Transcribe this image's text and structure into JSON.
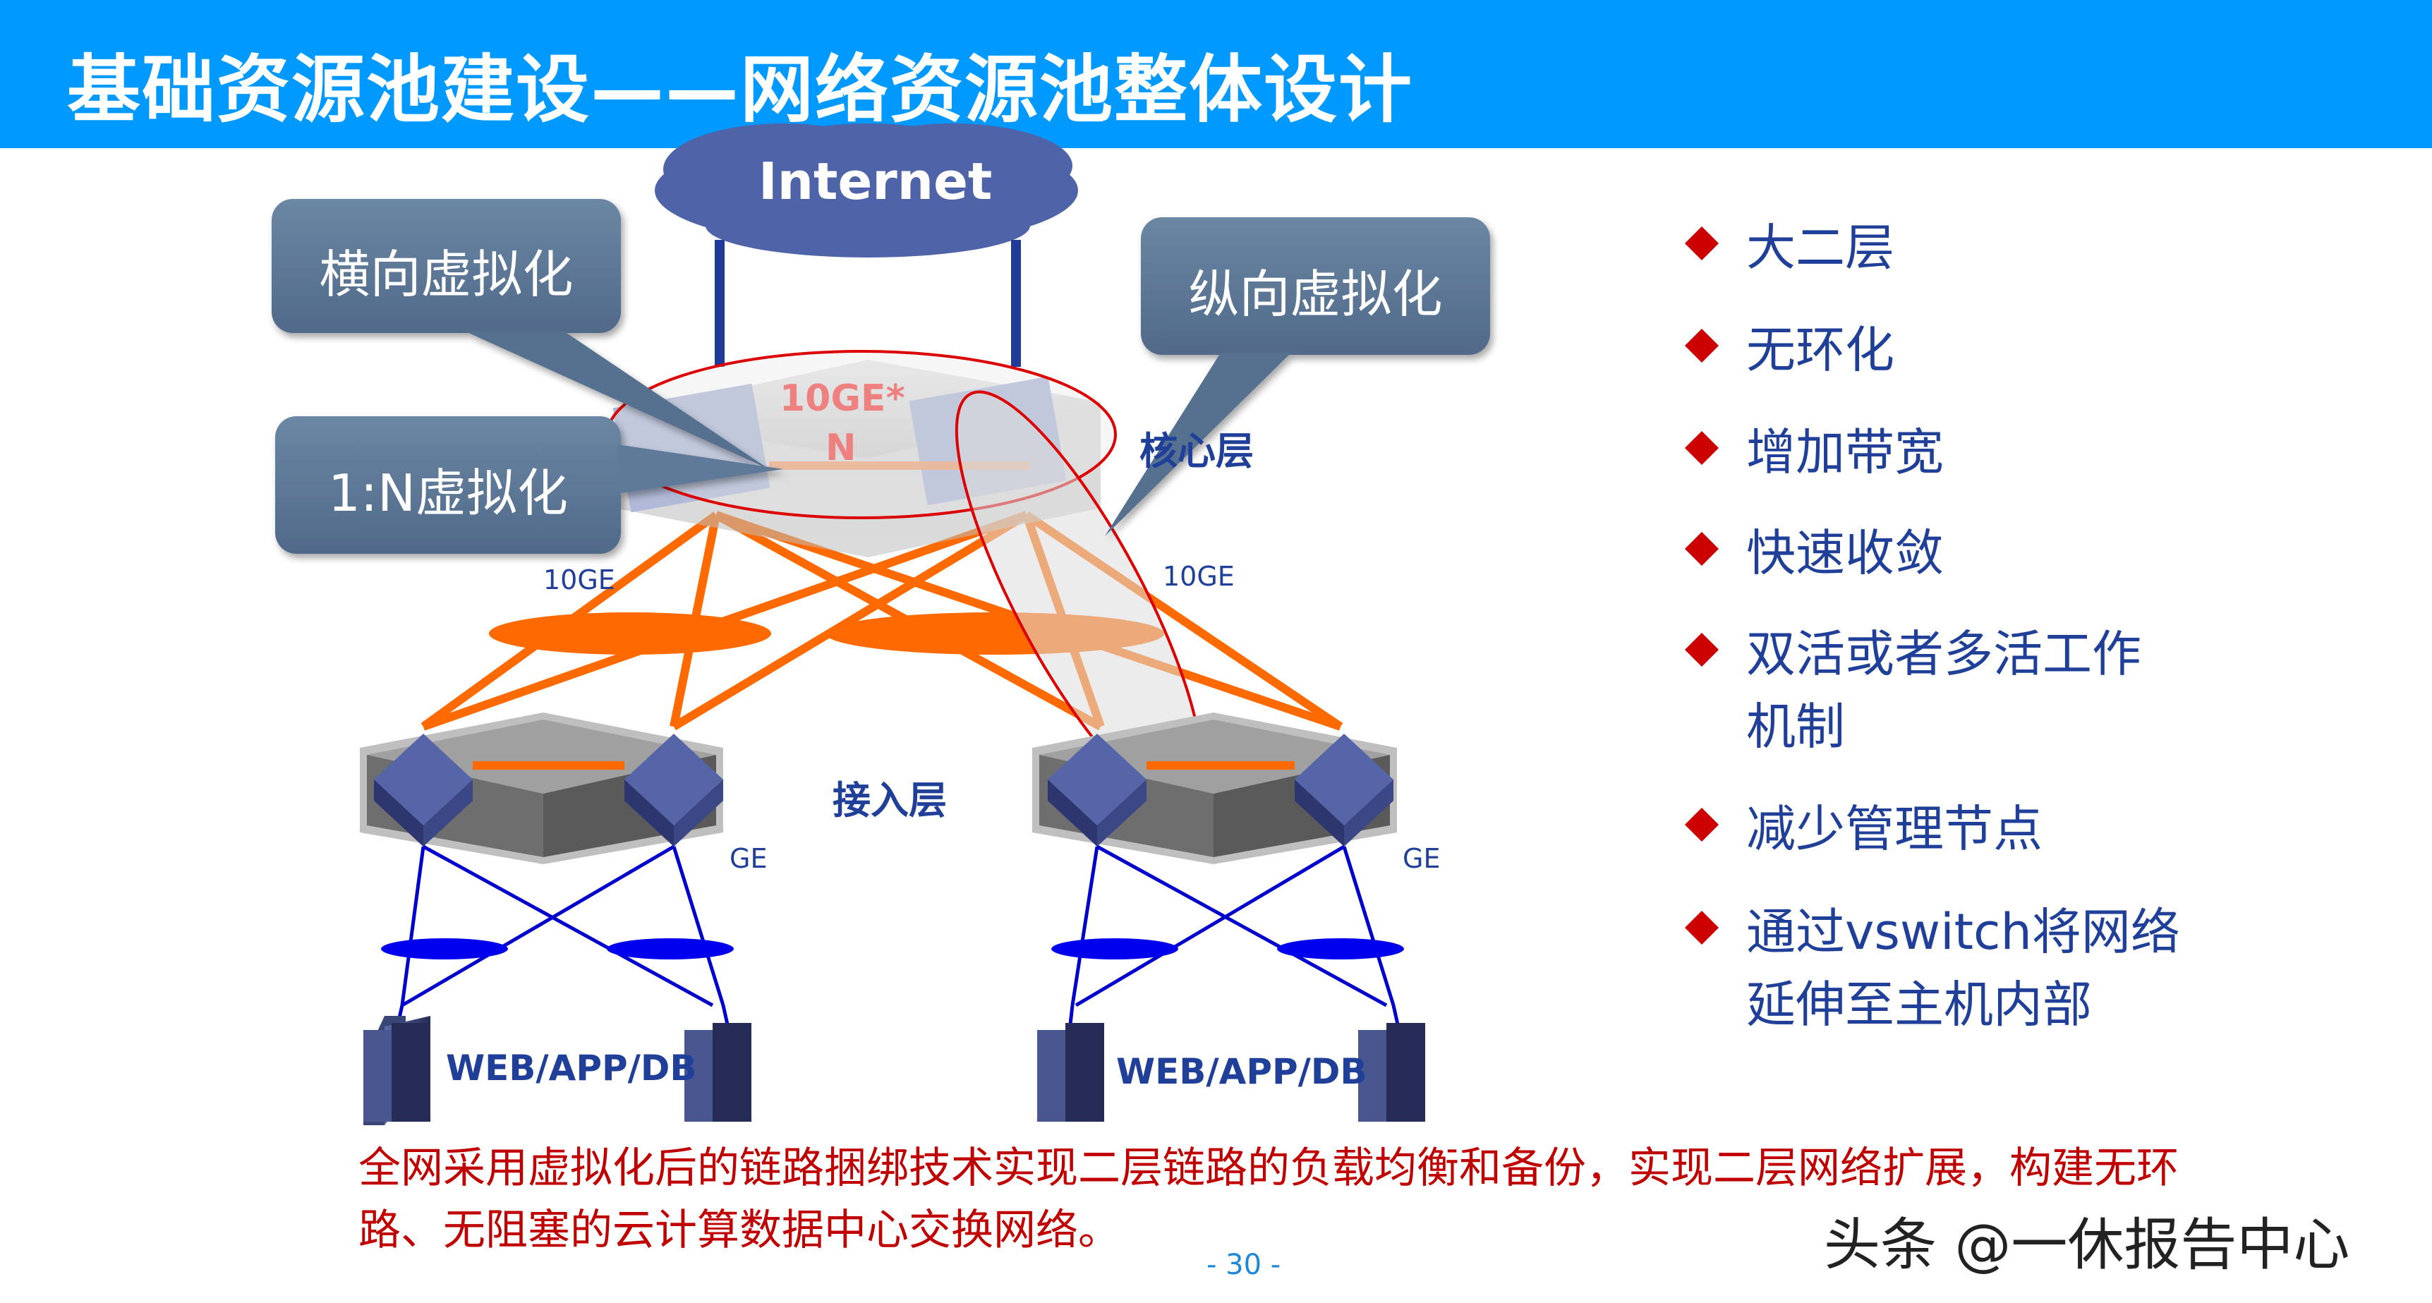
{
  "slide": {
    "title": "基础资源池建设——网络资源池整体设计",
    "page_number": "- 30 -",
    "watermark": "头条 @一休报告中心",
    "colors": {
      "header_bg": "#0099FF",
      "bullet_text": "#1F3F99",
      "bullet_marker": "#CC0000",
      "summary_text": "#C00000",
      "callout_bg": "#5D7A98",
      "cloud": "#4F63A8",
      "link_10ge": "#FF6A00",
      "link_ge": "#0000CC"
    }
  },
  "diagram": {
    "internet_label": "Internet",
    "callouts": {
      "horizontal": "横向虚拟化",
      "one_to_n": "1:N虚拟化",
      "vertical": "纵向虚拟化"
    },
    "core": {
      "layer_label": "核心层",
      "link_label_top": "10GE*",
      "link_label_bottom": "N",
      "uplink_label_right": "10GE",
      "uplink_label_left": "10GE"
    },
    "access": {
      "layer_label": "接入层",
      "left_ge": "GE",
      "right_ge": "GE"
    },
    "servers": {
      "left_label": "WEB/APP/DB",
      "right_label": "WEB/APP/DB"
    }
  },
  "bullets": [
    {
      "text": "大二层"
    },
    {
      "text": "无环化"
    },
    {
      "text": "增加带宽"
    },
    {
      "text": "快速收敛"
    },
    {
      "text": "双活或者多活工作\n机制"
    },
    {
      "text": "减少管理节点"
    },
    {
      "text": "通过vswitch将网络\n延伸至主机内部"
    }
  ],
  "summary": "全网采用虚拟化后的链路捆绑技术实现二层链路的负载均衡和备份，实现二层网络扩展，构建无环路、无阻塞的云计算数据中心交换网络。"
}
